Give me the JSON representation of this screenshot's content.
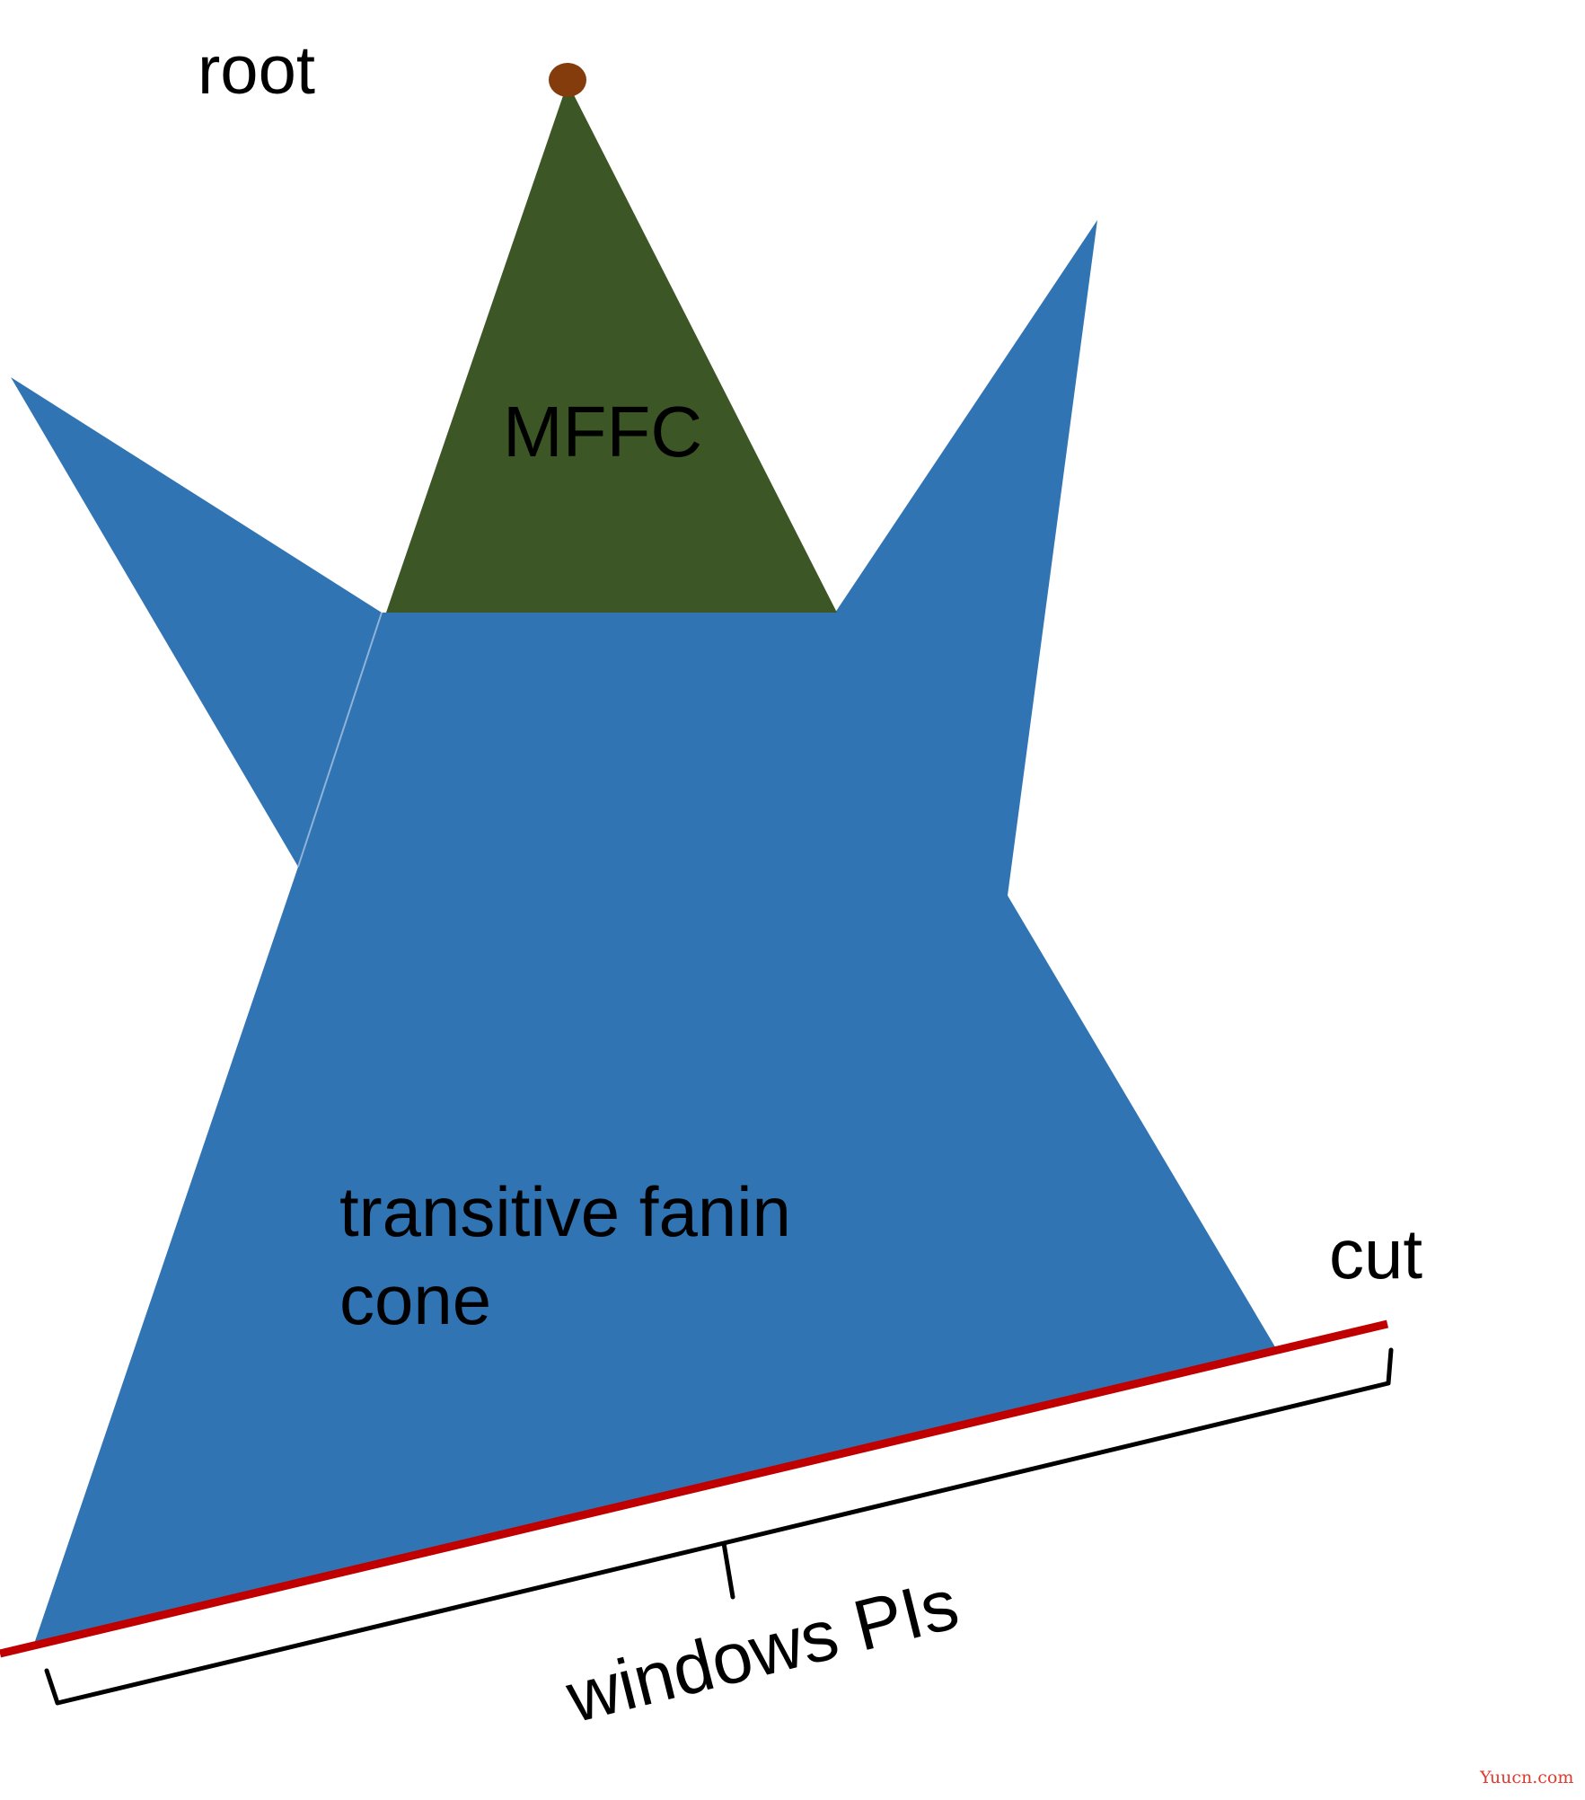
{
  "diagram": {
    "labels": {
      "root": "root",
      "mffc": "MFFC",
      "tfc_line1": "transitive fanin",
      "tfc_line2": "cone",
      "cut": "cut",
      "window_pis": "windows PIs"
    },
    "watermark": "Yuucn.com",
    "colors": {
      "fanin_cone": "#3074b4",
      "mffc": "#3c5625",
      "root_node": "#843c0c",
      "cut_line": "#c00000",
      "brace": "#000000",
      "watermark": "#e03a2f"
    }
  }
}
